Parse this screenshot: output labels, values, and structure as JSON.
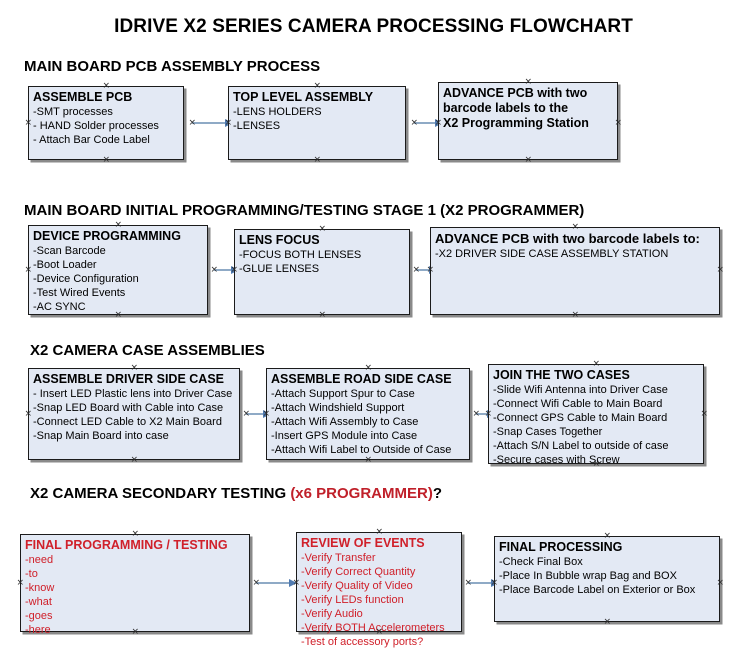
{
  "document": {
    "title": "IDRIVE X2  SERIES CAMERA PROCESSING FLOWCHART"
  },
  "colors": {
    "box_fill": "#E3E9F4",
    "box_border": "#1b1b1b",
    "box_shadow": "#8a8a8a",
    "arrow_line": "#8FAAC6",
    "arrow_head": "#4F7AB0",
    "text_black": "#000000",
    "text_red": "#D0202A",
    "header_red": "#C0202A"
  },
  "sections": [
    {
      "id": "main-board-pcb-assembly",
      "heading": "MAIN BOARD PCB ASSEMBLY PROCESS",
      "heading_suffix": "",
      "heading_suffix_tail": "",
      "boxes": [
        {
          "id": "assemble-pcb",
          "title": "ASSEMBLE PCB",
          "lines": [
            "-SMT processes",
            "- HAND Solder processes",
            "- Attach Bar Code Label"
          ]
        },
        {
          "id": "top-level-assembly",
          "title": "TOP LEVEL ASSEMBLY",
          "lines": [
            "-LENS HOLDERS",
            "-LENSES"
          ]
        },
        {
          "id": "advance-pcb-to-x2-programming-station",
          "title": "ADVANCE PCB with two",
          "lines": [
            "barcode labels to the",
            " X2 Programming Station"
          ]
        }
      ]
    },
    {
      "id": "main-board-initial-programming",
      "heading": "MAIN BOARD INITIAL PROGRAMMING/TESTING STAGE 1 (X2 PROGRAMMER)",
      "boxes": [
        {
          "id": "device-programming",
          "title": "DEVICE PROGRAMMING",
          "lines": [
            "-Scan Barcode",
            "-Boot Loader",
            "-Device Configuration",
            "-Test Wired Events",
            "-AC SYNC"
          ]
        },
        {
          "id": "lens-focus",
          "title": "LENS FOCUS",
          "lines": [
            "-FOCUS BOTH LENSES",
            "-GLUE LENSES"
          ]
        },
        {
          "id": "advance-pcb-to-driver-side-case",
          "title": "ADVANCE PCB with two barcode labels to:",
          "lines": [
            "-X2 DRIVER  SIDE  CASE  ASSEMBLY STATION"
          ]
        }
      ]
    },
    {
      "id": "x2-camera-case-assemblies",
      "heading": "X2 CAMERA CASE ASSEMBLIES",
      "boxes": [
        {
          "id": "assemble-driver-side-case",
          "title": "ASSEMBLE DRIVER SIDE CASE",
          "lines": [
            "- Insert LED Plastic lens into Driver Case",
            "-Snap LED Board with Cable into Case",
            "-Connect LED Cable to X2 Main Board",
            "-Snap Main Board into case"
          ]
        },
        {
          "id": "assemble-road-side-case",
          "title": "ASSEMBLE ROAD SIDE CASE",
          "lines": [
            "-Attach Support Spur to Case",
            "-Attach Windshield Support",
            "-Attach Wifi Assembly to Case",
            "-Insert GPS Module into Case",
            "-Attach Wifi Label to Outside of Case"
          ]
        },
        {
          "id": "join-the-two-cases",
          "title": "JOIN THE TWO CASES",
          "lines": [
            "-Slide Wifi Antenna into Driver Case",
            "-Connect Wifi Cable to Main Board",
            "-Connect GPS Cable to Main Board",
            "-Snap Cases Together",
            "-Attach S/N Label to outside of case",
            "-Secure cases with Screw"
          ]
        }
      ]
    },
    {
      "id": "x2-camera-secondary-testing",
      "heading": "X2 CAMERA SECONDARY TESTING ",
      "heading_red": "(x6 PROGRAMMER)",
      "heading_tail": "?",
      "boxes": [
        {
          "id": "final-programming-testing",
          "title": "FINAL PROGRAMMING / TESTING",
          "red": true,
          "lines": [
            "-need",
            "-to",
            "-know",
            "-what",
            "-goes",
            "-here"
          ]
        },
        {
          "id": "review-of-events",
          "title": "REVIEW OF EVENTS",
          "red": true,
          "lines": [
            "-Verify Transfer",
            "-Verify Correct Quantity",
            "-Verify Quality of Video",
            "-Verify LEDs function",
            "-Verify Audio",
            "-Verify BOTH Accelerometers",
            "-Test of accessory ports?"
          ]
        },
        {
          "id": "final-processing",
          "title": "FINAL PROCESSING",
          "lines": [
            " -Check Final Box",
            "-Place In Bubble wrap Bag and BOX",
            "-Place Barcode Label on Exterior or Box"
          ]
        }
      ]
    }
  ]
}
